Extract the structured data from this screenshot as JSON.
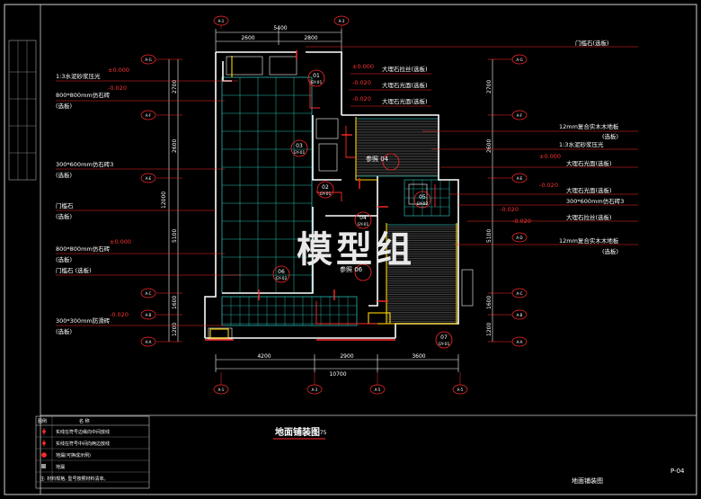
{
  "title_block": {
    "main_title": "地面铺装图",
    "scale": "1:75",
    "sheet_name": "地面铺装图",
    "sheet_number": "P-04",
    "watermark": "模型组"
  },
  "dimensions": {
    "top_total": "5400",
    "top_left": "2600",
    "top_right": "2800",
    "bottom_total": "10700",
    "bottom_a": "4200",
    "bottom_b": "2900",
    "bottom_c": "3600",
    "left_total": "12000",
    "left_a": "2700",
    "left_b": "2600",
    "left_c": "5100",
    "left_d": "1600",
    "left_e": "1200",
    "right_a": "2700",
    "right_b": "2600",
    "right_c": "5100",
    "right_d": "1600",
    "right_e": "1200"
  },
  "left_notes": [
    {
      "text": "1:3水泥砂浆压光",
      "level": "±0.000"
    },
    {
      "text": "800*800mm仿石砖",
      "sub": "(选板)",
      "level": "-0.020"
    },
    {
      "text": "300*600mm仿石砖3",
      "sub": "(选板)"
    },
    {
      "text": "门槛石",
      "sub": "(选板)"
    },
    {
      "text": "800*800mm仿石砖",
      "sub": "(选板)",
      "level": "±0.000"
    },
    {
      "text": "门槛石 (选板)"
    },
    {
      "text": "300*300mm防滑砖",
      "sub": "(选板)",
      "level": "-0.020"
    }
  ],
  "center_notes": [
    {
      "text": "大理石拉丝(选板)",
      "level": "±0.000"
    },
    {
      "text": "大理石光面(选板)",
      "level": "-0.020"
    },
    {
      "text": "大理石光面(选板)",
      "level": "-0.020"
    }
  ],
  "right_notes": [
    {
      "text": "门槛石(选板)"
    },
    {
      "text": "12mm复合实木木地板",
      "sub": "(选板)"
    },
    {
      "text": "1:3水泥砂浆压光"
    },
    {
      "text": "大理石光面(选板)",
      "level": "±0.000"
    },
    {
      "text": "大理石光面(选板)",
      "level": "-0.020"
    },
    {
      "text": "300*600mm仿石砖3",
      "level": "-0.020"
    },
    {
      "text": "大理石拉丝(选板)",
      "level": "-0.020"
    },
    {
      "text": "12mm复合实木木地板",
      "sub": "(选板)"
    }
  ],
  "room_tags": [
    {
      "id": "01",
      "code": "GY-01"
    },
    {
      "id": "03",
      "code": "GY-01"
    },
    {
      "id": "02",
      "code": "GY-01"
    },
    {
      "id": "04",
      "code": "GY-01"
    },
    {
      "id": "05",
      "code": "GY-02"
    },
    {
      "id": "06",
      "code": "GY-02"
    },
    {
      "id": "07",
      "code": "GY-01"
    }
  ],
  "reference_tags": [
    "参照 04",
    "参照 06"
  ],
  "grid_labels": [
    "A-G",
    "A-F",
    "A-E",
    "A-D",
    "A-C",
    "A-B",
    "A-A",
    "A-1",
    "A-3",
    "A-5"
  ],
  "legend": {
    "header_icon": "图例",
    "header_name": "名 称",
    "rows": [
      {
        "icon": "red-marker-icon",
        "text": "实线在符号边缘向中间放线"
      },
      {
        "icon": "red-marker-icon",
        "text": "实线在符号中间向两边放线"
      },
      {
        "icon": "red-circle-icon",
        "text": "地漏(可换成示例)"
      },
      {
        "icon": "grey-square-icon",
        "text": "地漏"
      }
    ],
    "note": "注: 材料规格, 型号按照材料清单。"
  },
  "colors": {
    "background": "#000000",
    "wall": "#ffffff",
    "annotation": "#ff0000",
    "tile": "#2fd4c7",
    "level": "#ff3333",
    "note_text": "#ffffff",
    "frame": "#cfcfcf",
    "dim": "#ffffff",
    "highlight": "#ffd400"
  }
}
